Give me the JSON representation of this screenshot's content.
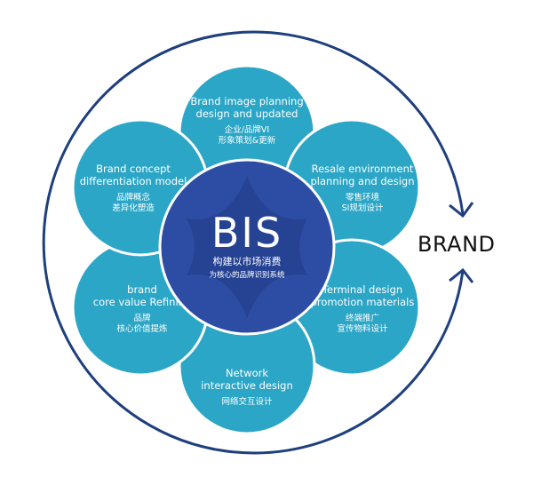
{
  "center": {
    "title": "BIS",
    "line1": "构建以市场消费",
    "line2": "为核心的品牌识别系统"
  },
  "brand_label": "BRAND",
  "petals": [
    {
      "id": "top",
      "en": [
        "Brand image planning",
        "design and updated"
      ],
      "cn": [
        "企业/品牌VI",
        "形象策划&更新"
      ]
    },
    {
      "id": "upper-right",
      "en": [
        "Resale environment",
        "planning and design"
      ],
      "cn": [
        "零售环境",
        "SI规划设计"
      ]
    },
    {
      "id": "lower-right",
      "en": [
        "Terminal design",
        "promotion materials"
      ],
      "cn": [
        "终端推广",
        "宣传物料设计"
      ]
    },
    {
      "id": "bottom",
      "en": [
        "Network",
        "interactive design"
      ],
      "cn": [
        "网络交互设计"
      ]
    },
    {
      "id": "lower-left",
      "en": [
        "brand",
        "core value Refining"
      ],
      "cn": [
        "品牌",
        "核心价值提炼"
      ]
    },
    {
      "id": "upper-left",
      "en": [
        "Brand concept",
        "differentiation model"
      ],
      "cn": [
        "品牌概念",
        "差异化塑造"
      ]
    }
  ],
  "colors": {
    "petal": "#2ba6c6",
    "petal_edge": "#ffffff",
    "center": "#2c4da3",
    "center_dark": "#213b86",
    "ring": "#1e3f7d",
    "brand_text": "#111111"
  },
  "icons": {
    "ring": "circular-arrow",
    "arrow_top": "arrow-head-down-right",
    "arrow_bottom": "arrow-head-up-right"
  }
}
